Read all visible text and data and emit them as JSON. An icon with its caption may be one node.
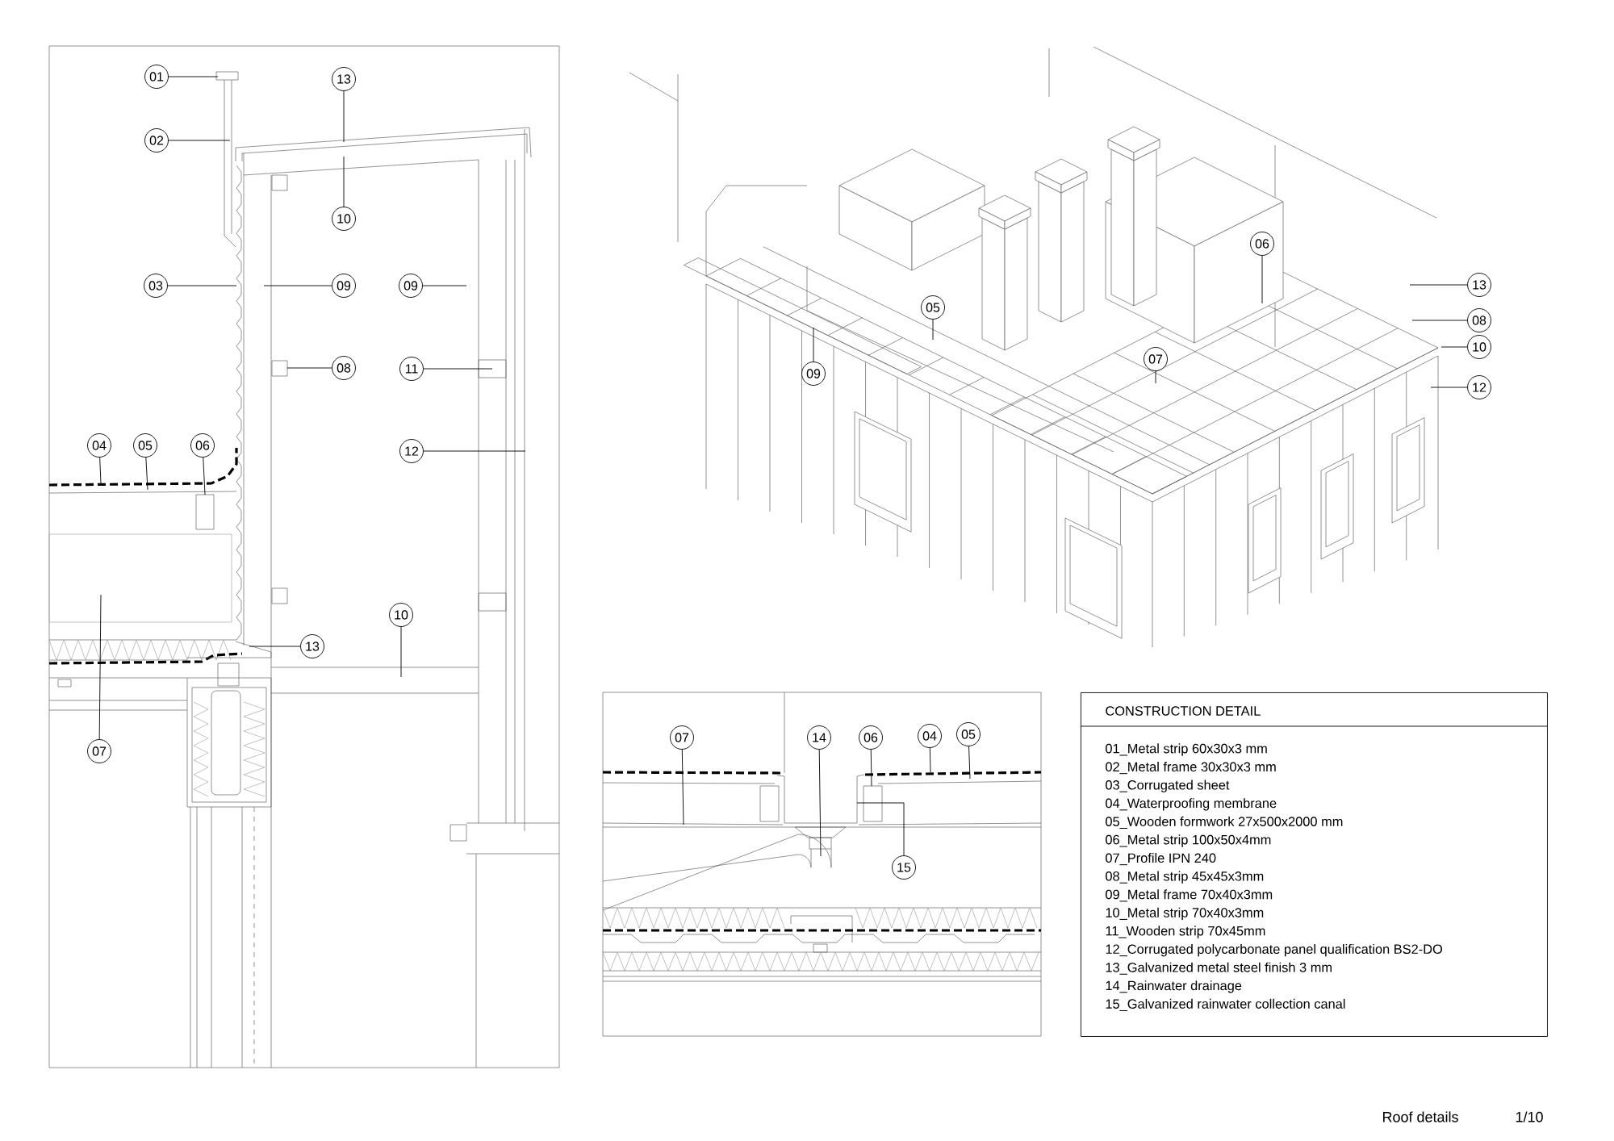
{
  "diagram": {
    "nodes": [
      {
        "text": [
          "01"
        ]
      },
      {
        "text": [
          "02"
        ]
      },
      {
        "text": [
          "13"
        ]
      },
      {
        "text": [
          "10"
        ]
      },
      {
        "text": [
          "03"
        ]
      },
      {
        "text": [
          "09"
        ]
      },
      {
        "text": [
          "09"
        ]
      },
      {
        "text": [
          "08"
        ]
      },
      {
        "text": [
          "11"
        ]
      },
      {
        "text": [
          "12"
        ]
      },
      {
        "text": [
          "04"
        ]
      },
      {
        "text": [
          "05"
        ]
      },
      {
        "text": [
          "06"
        ]
      },
      {
        "text": [
          "10"
        ]
      },
      {
        "text": [
          "13"
        ]
      },
      {
        "text": [
          "07"
        ]
      },
      {
        "text": [
          "06"
        ]
      },
      {
        "text": [
          "05"
        ]
      },
      {
        "text": [
          "09"
        ]
      },
      {
        "text": [
          "07"
        ]
      },
      {
        "text": [
          "13"
        ]
      },
      {
        "text": [
          "08"
        ]
      },
      {
        "text": [
          "10"
        ]
      },
      {
        "text": [
          "12"
        ]
      },
      {
        "text": [
          "07"
        ]
      },
      {
        "text": [
          "14"
        ]
      },
      {
        "text": [
          "06"
        ]
      },
      {
        "text": [
          "04"
        ]
      },
      {
        "text": [
          "05"
        ]
      },
      {
        "text": [
          "15"
        ]
      },
      {
        "text": [
          "CONSTRUCTION DETAIL",
          "01_Metal strip 60x30x3 mm",
          "02_Metal frame 30x30x3 mm",
          "03_Corrugated sheet",
          "04_Waterproofing membrane",
          "05_Wooden formwork 27x500x2000 mm",
          "06_Metal strip 100x50x4mm",
          "07_Profile IPN 240",
          "08_Metal strip 45x45x3mm",
          "09_Metal frame 70x40x3mm",
          "10_Metal strip 70x40x3mm",
          "11_Wooden strip 70x45mm",
          "12_Corrugated polycarbonate panel qualification BS2-DO",
          "13_Galvanized metal steel finish 3 mm",
          "14_Rainwater drainage",
          "15_Galvanized rainwater collection canal"
        ]
      }
    ],
    "edges": [
      {
        "from": 0,
        "to": null,
        "arrow": "none"
      },
      {
        "from": 1,
        "to": null,
        "arrow": "none"
      },
      {
        "from": 2,
        "to": null,
        "arrow": "none"
      },
      {
        "from": 3,
        "to": null,
        "arrow": "none"
      },
      {
        "from": 4,
        "to": null,
        "arrow": "none"
      },
      {
        "from": 5,
        "to": null,
        "arrow": "none"
      },
      {
        "from": 6,
        "to": null,
        "arrow": "none"
      },
      {
        "from": 7,
        "to": null,
        "arrow": "none"
      },
      {
        "from": 8,
        "to": null,
        "arrow": "none"
      },
      {
        "from": 9,
        "to": null,
        "arrow": "none"
      },
      {
        "from": 10,
        "to": null,
        "arrow": "none"
      },
      {
        "from": 11,
        "to": null,
        "arrow": "none"
      },
      {
        "from": 12,
        "to": null,
        "arrow": "none"
      },
      {
        "from": 13,
        "to": null,
        "arrow": "none"
      },
      {
        "from": 14,
        "to": null,
        "arrow": "none"
      },
      {
        "from": 15,
        "to": null,
        "arrow": "none"
      },
      {
        "from": 16,
        "to": null,
        "arrow": "none"
      },
      {
        "from": 17,
        "to": null,
        "arrow": "none"
      },
      {
        "from": 18,
        "to": null,
        "arrow": "none"
      },
      {
        "from": 19,
        "to": null,
        "arrow": "none"
      },
      {
        "from": 20,
        "to": null,
        "arrow": "none"
      },
      {
        "from": 21,
        "to": null,
        "arrow": "none"
      },
      {
        "from": 22,
        "to": null,
        "arrow": "none"
      },
      {
        "from": 23,
        "to": null,
        "arrow": "none"
      },
      {
        "from": 24,
        "to": null,
        "arrow": "none"
      },
      {
        "from": 25,
        "to": null,
        "arrow": "none"
      },
      {
        "from": 26,
        "to": null,
        "arrow": "none"
      },
      {
        "from": 27,
        "to": null,
        "arrow": "none"
      },
      {
        "from": 28,
        "to": null,
        "arrow": "none"
      },
      {
        "from": 29,
        "to": null,
        "arrow": "none"
      }
    ],
    "labels": [
      "Roof details",
      "1/10"
    ]
  }
}
